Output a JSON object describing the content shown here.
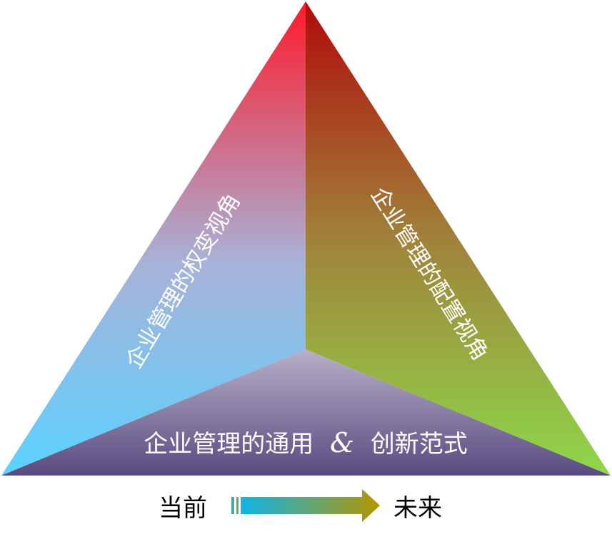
{
  "faces": {
    "left": {
      "label": "企业管理的权变视角"
    },
    "right": {
      "label": "企业管理的配置视角"
    },
    "bottom": {
      "label": "企业管理的通用",
      "amp": "&",
      "label_tail": "创新范式"
    }
  },
  "legend": {
    "start": "当前",
    "end": "未来"
  },
  "colors": {
    "left_top": "#ff1a2a",
    "left_mid": "#a8b2d8",
    "left_bottom": "#5ad2ff",
    "right_top": "#b00a0a",
    "right_mid": "#a0823a",
    "right_bottom": "#8ed84a",
    "bottom_top": "#b8b0c8",
    "bottom_bottom": "#5a4a80",
    "arrow_start": "#10b4e8",
    "arrow_end": "#b49600"
  }
}
